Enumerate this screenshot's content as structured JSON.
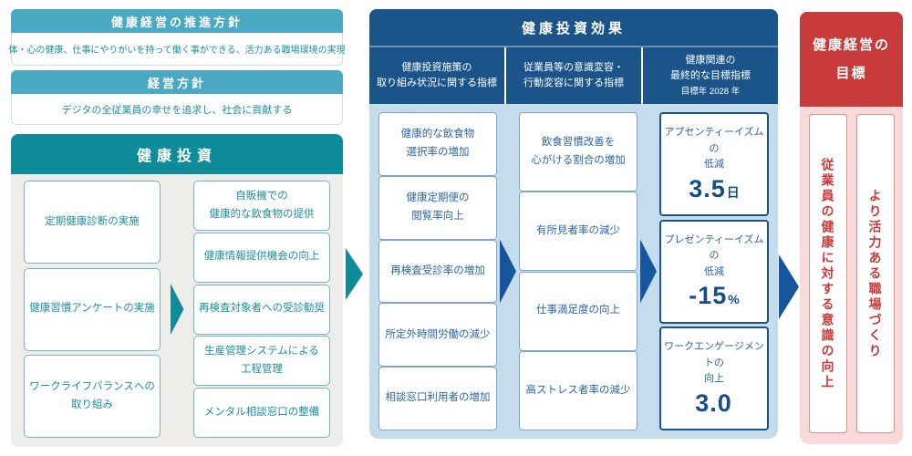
{
  "colors": {
    "teal_header": "#4BA9C4",
    "teal_dark": "#0E8C99",
    "teal_text": "#1D8F9E",
    "navy": "#1A5488",
    "mid_blue_text": "#2C66A8",
    "light_blue_bg": "#C5DCEC",
    "gray_bg": "#EFEDE9",
    "arrow_blue": "#17569E",
    "red": "#C93B3B",
    "pink_bg": "#FAD9DB"
  },
  "left": {
    "policy_boxes": [
      {
        "title": "健康経営の推進方針",
        "body": "体・心の健康、仕事にやりがいを持って働く事ができる、活力ある職場環境の実現"
      },
      {
        "title": "経営方針",
        "body": "デジタの全従業員の幸せを追求し、社会に貢献する"
      }
    ],
    "investment": {
      "title": "健康投資",
      "col_a": [
        "定期健康診断の実施",
        "健康習慣アンケートの実施",
        "ワークライフバランスへの\n取り組み"
      ],
      "col_b": [
        "自販機での\n健康的な飲食物の提供",
        "健康情報提供機会の向上",
        "再検査対象者への受診勧奨",
        "生産管理システムによる\n工程管理",
        "メンタル相談窓口の整備"
      ]
    }
  },
  "middle": {
    "title": "健康投資効果",
    "subheaders": [
      {
        "label": "健康投資施策の\n取り組み状況に関する指標",
        "note": ""
      },
      {
        "label": "従業員等の意識変容・\n行動変容に関する指標",
        "note": ""
      },
      {
        "label": "健康関連の\n最終的な目標指標",
        "note": "目標年 2028 年"
      }
    ],
    "col1": [
      "健康的な飲食物\n選択率の増加",
      "健康定期便の\n閲覧率向上",
      "再検査受診率の増加",
      "所定外時間労働の減少",
      "相談窓口利用者の増加"
    ],
    "col2": [
      "飲食習慣改善を\n心がける割合の増加",
      "有所見者率の減少",
      "仕事満足度の向上",
      "高ストレス者率の減少"
    ],
    "metrics": [
      {
        "label": "アプセンティーイズムの\n低減",
        "value": "3.5",
        "unit": "日"
      },
      {
        "label": "プレゼンティーイズムの\n低減",
        "value": "-15",
        "unit": "%"
      },
      {
        "label": "ワークエンゲージメントの\n向上",
        "value": "3.0",
        "unit": ""
      }
    ]
  },
  "right": {
    "title": "健康経営の\n目標",
    "goals": [
      "従業員の健康に対する意識の向上",
      "より活力ある職場づくり"
    ]
  }
}
